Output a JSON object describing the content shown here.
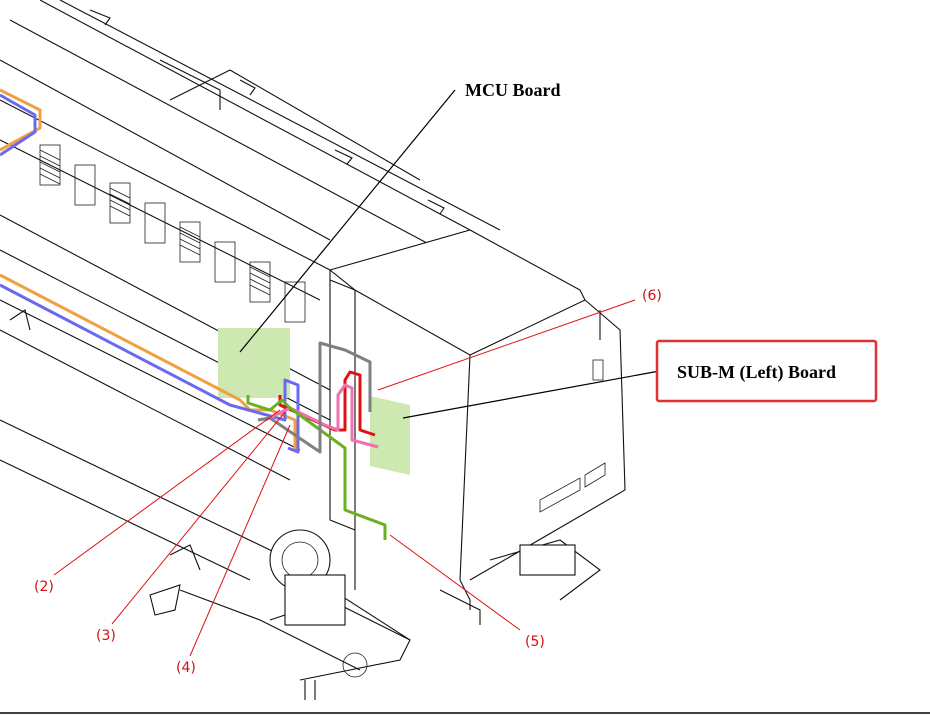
{
  "labels": {
    "mcu_board": "MCU Board",
    "sub_m_board": "SUB-M (Left) Board",
    "callout_2": "(2)",
    "callout_3": "(3)",
    "callout_4": "(4)",
    "callout_5": "(5)",
    "callout_6": "(6)"
  },
  "colors": {
    "cable_orange": "#f0a040",
    "cable_blue": "#6a6af0",
    "cable_red": "#e01010",
    "cable_pink": "#f070b0",
    "cable_green": "#6ab020",
    "cable_gray": "#808080",
    "board_fill": "#cde8b0",
    "highlight_box": "#e03030",
    "callout_line": "#e01010"
  }
}
